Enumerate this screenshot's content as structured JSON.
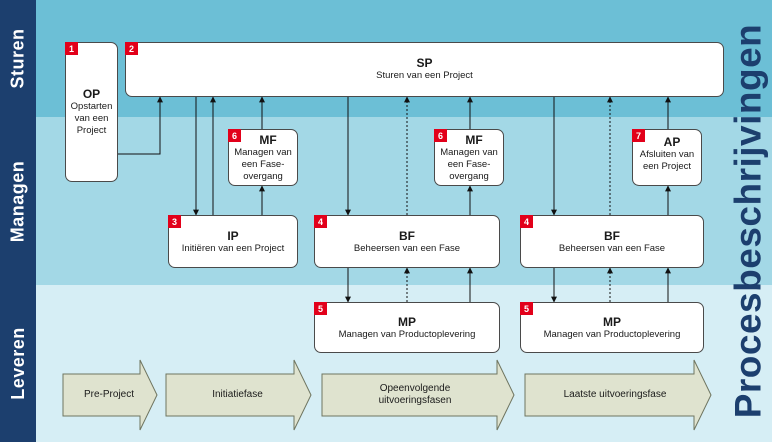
{
  "title": "Procesbeschrijvingen",
  "lanes": {
    "sturen": "Sturen",
    "managen": "Managen",
    "leveren": "Leveren"
  },
  "processes": {
    "op": {
      "num": "1",
      "abbr": "OP",
      "desc": "Opstarten van een Project"
    },
    "sp": {
      "num": "2",
      "abbr": "SP",
      "desc": "Sturen van een Project"
    },
    "ip": {
      "num": "3",
      "abbr": "IP",
      "desc": "Initiëren van een Project"
    },
    "bf1": {
      "num": "4",
      "abbr": "BF",
      "desc": "Beheersen van een Fase"
    },
    "bf2": {
      "num": "4",
      "abbr": "BF",
      "desc": "Beheersen van een Fase"
    },
    "mp1": {
      "num": "5",
      "abbr": "MP",
      "desc": "Managen van Productoplevering"
    },
    "mp2": {
      "num": "5",
      "abbr": "MP",
      "desc": "Managen van Productoplevering"
    },
    "mf1": {
      "num": "6",
      "abbr": "MF",
      "desc": "Managen van een Fase-overgang"
    },
    "mf2": {
      "num": "6",
      "abbr": "MF",
      "desc": "Managen van een Fase-overgang"
    },
    "ap": {
      "num": "7",
      "abbr": "AP",
      "desc": "Afsluiten van een Project"
    }
  },
  "phases": [
    "Pre-Project",
    "Initiatiefase",
    "Opeenvolgende uitvoeringsfasen",
    "Laatste uitvoeringsfase"
  ],
  "colors": {
    "sturen_band": "#6cbfd6",
    "managen_band": "#a3d8e6",
    "leveren_band": "#d6eef5",
    "sidebar": "#1c3f6e",
    "number_badge": "#e2001a",
    "phase_arrow": "#dfe3cf"
  }
}
